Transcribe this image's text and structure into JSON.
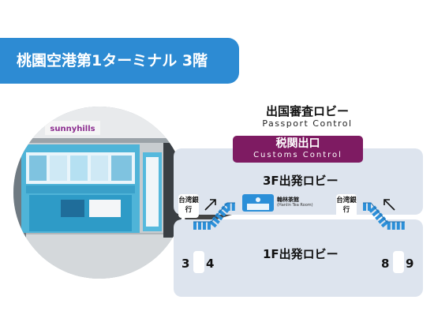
{
  "title": "桃園空港第1ターミナル 3階",
  "header": {
    "passport_jp": "出国審査ロビー",
    "passport_en": "Passport Control"
  },
  "customs": {
    "jp": "税関出口",
    "en": "Customs Control"
  },
  "floors": {
    "upper": "3F出発ロビー",
    "lower": "1F出発ロビー"
  },
  "banks": {
    "left": "台湾銀行",
    "right": "台湾銀行"
  },
  "shop": {
    "name_jp": "翰林茶館",
    "name_en": "(Hanlin Tea Room)"
  },
  "gates": {
    "left_a": "3",
    "left_b": "4",
    "right_a": "8",
    "right_b": "9"
  },
  "photo": {
    "sign_text": "sunnyhills"
  },
  "colors": {
    "banner": "#2d8bd3",
    "customs": "#7e1b62",
    "floor": "#dde4ee",
    "escalator": "#2b8fd8"
  }
}
